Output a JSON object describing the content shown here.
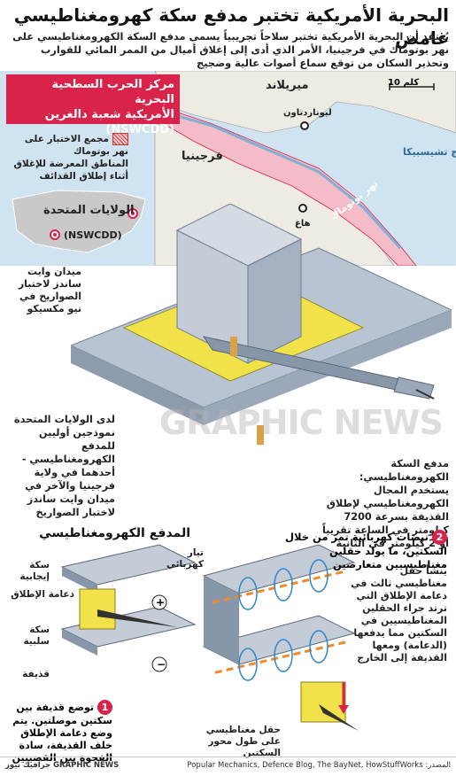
{
  "title": "البحرية الأمريكية تختبر مدفع سكة كهرومغناطيسي غامض",
  "intro": "يُعتقد أن البحرية الأمريكية تختبر سلاحاً تجريبياً يسمى مدفع السكة الكهرومغناطيسي على نهر بوتوماك في فرجينيا، الأمر الذي أدى إلى إغلاق أميال من الممر المائي للقوارب وتحذير السكان من توقع سماع أصوات عالية وضجيج",
  "map": {
    "maryland": "ميريلاند",
    "virginia": "فرجينيا",
    "leonardtown": "ليوناردتاون",
    "hague": "هاغ",
    "chesapeake": "خليج تشيسبيكا",
    "potomac": "نهر بوتوماك",
    "scale": "10 كلم"
  },
  "nswcdd_box": {
    "line1": "مركز الحرب السطحية البحرية",
    "line2": "الأمريكية شعبة دالغرين",
    "line3": "(NSWCDD)"
  },
  "legend": {
    "line1": "مجمع الاختبار على نهر بوتوماك",
    "line2": "المناطق المعرضة للإغلاق أثناء إطلاق القذائف"
  },
  "usmap": {
    "label": "الولايات المتحدة",
    "nswcdd": "(NSWCDD)"
  },
  "white_sands": {
    "line1": "ميدان وايت",
    "line2": "ساندز لاختبار",
    "line3": "الصواريخ في",
    "line4": "نيو مكسيكو"
  },
  "mid_left": "لدى الولايات المتحدة نموذجين أوليين للمدفع الكهرومغناطيسي - أحدهما في ولاية فرجينيا والآخر في ميدان وايت ساندز لاختبار الصواريخ",
  "mid_right": {
    "head": "مدفع السكة الكهرومغناطيسي:",
    "body1": "يستخدم المجال الكهرومغناطيسي لإطلاق القذيفة بسرعة ",
    "speed1": "7200 كيلومتر",
    "body2": " في الساعة تقريباً أو ",
    "speed2": "2 كيلومتر في الثانية"
  },
  "ms_title": "المدفع الكهرومغناطيسي",
  "labels": {
    "pos_rail": "سكة إيجابية",
    "armature": "دعامة الإطلاق",
    "neg_rail": "سكة سلبية",
    "projectile": "قذيفة",
    "current": "تيار كهربائي",
    "field": "حقل مغناطيسي على طول محور السكتين"
  },
  "step1": {
    "num": "1",
    "text": "توضع قذيفة بين سكتين موصلتين. يتم وضع دعامة الإطلاق خلف القذيفة، سادة الفجوة بين القضيبين"
  },
  "step2": {
    "num": "2",
    "text": "نبضات كهربائية تمر من خلال السكتين، ما يولد حقلين مغناطيسيين متعارضين"
  },
  "step2_body": "ينشأ حقل مغناطيسي ثالث في دعامة الإطلاق التي ترتد جراء الحقلين المغناطيسيين في السكتين مما يدفعها (الدعامة) ومعها القذيفة إلى الخارج",
  "footer": {
    "source": "المصدر: Popular Mechanics, Defence Blog, The BayNet, HowStuffWorks",
    "brand": "جرافيك نيوز GRAPHIC NEWS"
  },
  "watermark": "GRAPHIC NEWS",
  "colors": {
    "accent": "#d9234a",
    "steel": "#b8c4d2",
    "yellow": "#f2e24a",
    "water": "#cfe3f1",
    "land": "#eeebe3"
  }
}
